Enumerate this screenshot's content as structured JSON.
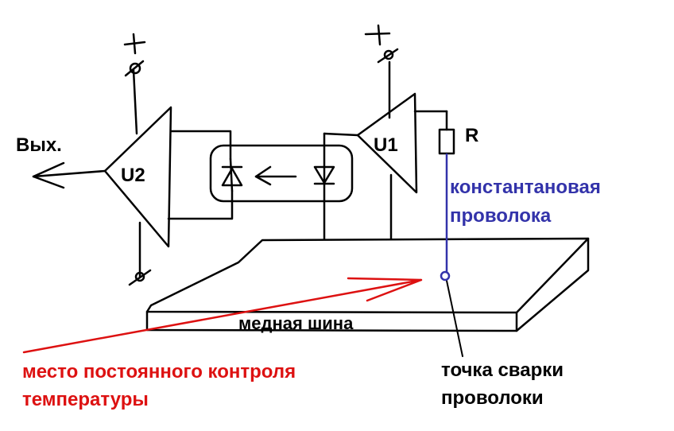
{
  "labels": {
    "output": "Вых.",
    "u1": "U1",
    "u2": "U2",
    "resistor": "R",
    "wire_line1": "константановая",
    "wire_line2": "проволока",
    "busbar": "медная шина",
    "control_line1": "место постоянного контроля",
    "control_line2": "температуры",
    "weld_line1": "точка сварки",
    "weld_line2": "проволоки"
  },
  "colors": {
    "ink": "#000000",
    "wire": "#3333aa",
    "control": "#dd1111"
  }
}
